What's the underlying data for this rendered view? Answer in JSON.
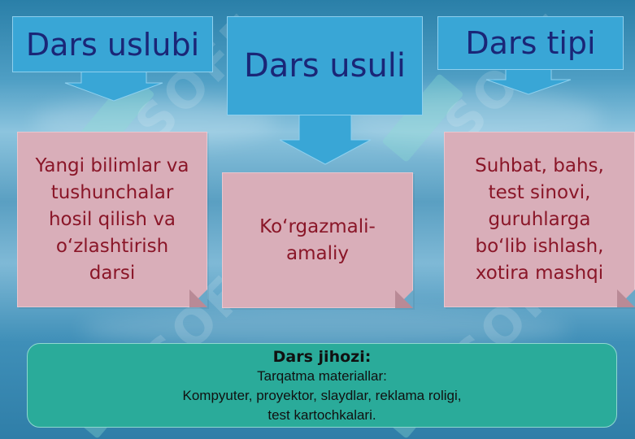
{
  "header": {
    "left_title": "Dars uslubi",
    "center_title": "Dars usuli",
    "right_title": "Dars tipi"
  },
  "notes": {
    "left": [
      "Yangi bilimlar va",
      "tushunchalar",
      "hosil qilish va",
      "o‘zlashtirish",
      "darsi"
    ],
    "center": [
      "Ko‘rgazmali-",
      "amaliy"
    ],
    "right": [
      "Suhbat, bahs,",
      "test sinovi,",
      "guruhlarga",
      "bo‘lib ishlash,",
      "xotira mashqi"
    ]
  },
  "equipment": {
    "title": "Dars jihozi:",
    "lines": [
      "Tarqatma materiallar:",
      "Kompyuter, proyektor, slaydlar, reklama roligi,",
      "test kartochkalari."
    ]
  },
  "watermark": "SOFF",
  "colors": {
    "header_box": "#39a6d6",
    "header_text": "#1a2677",
    "note_box": "#d9aeb9",
    "note_text": "#8a1628",
    "bottom_box": "#2aab9a"
  }
}
